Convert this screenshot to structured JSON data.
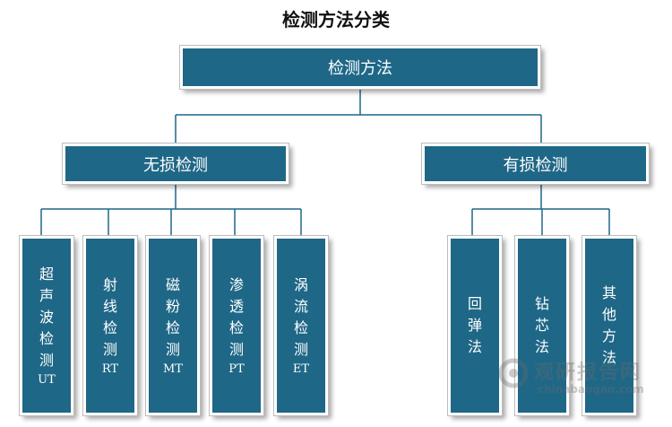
{
  "title": "检测方法分类",
  "root": {
    "label": "检测方法"
  },
  "branches": [
    {
      "label": "无损检测",
      "children": [
        {
          "chars": [
            "超",
            "声",
            "波",
            "检",
            "测"
          ],
          "code": "UT"
        },
        {
          "chars": [
            "射",
            "线",
            "检",
            "测"
          ],
          "code": "RT"
        },
        {
          "chars": [
            "磁",
            "粉",
            "检",
            "测"
          ],
          "code": "MT"
        },
        {
          "chars": [
            "渗",
            "透",
            "检",
            "测"
          ],
          "code": "PT"
        },
        {
          "chars": [
            "涡",
            "流",
            "检",
            "测"
          ],
          "code": "ET"
        }
      ]
    },
    {
      "label": "有损检测",
      "children": [
        {
          "chars": [
            "回",
            "弹",
            "法"
          ],
          "code": ""
        },
        {
          "chars": [
            "钻",
            "芯",
            "法"
          ],
          "code": ""
        },
        {
          "chars": [
            "其",
            "他",
            "方",
            "法"
          ],
          "code": ""
        }
      ]
    }
  ],
  "watermark": {
    "cn": "观研报告网",
    "en": "chinabaogao.com"
  },
  "colors": {
    "box": "#1f6787",
    "line": "#1f6787",
    "text": "#ffffff"
  }
}
